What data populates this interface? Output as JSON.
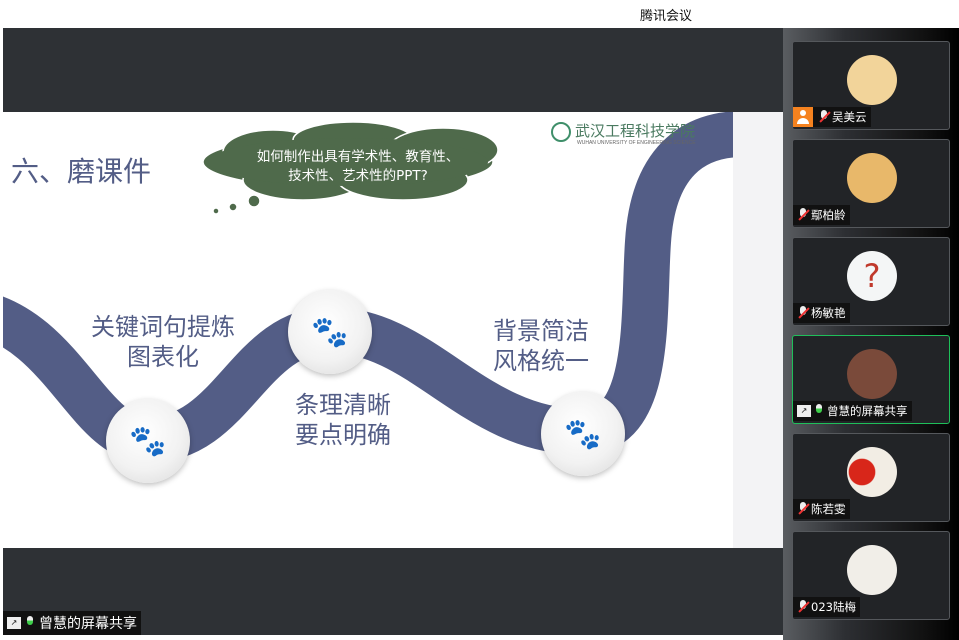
{
  "window": {
    "title": "腾讯会议"
  },
  "slide": {
    "title": "六、磨课件",
    "bubble_line1": "如何制作出具有学术性、教育性、",
    "bubble_line2": "技术性、艺术性的PPT?",
    "logo_text": "武汉工程科技学院",
    "logo_sub": "WUHAN UNIVERSITY OF ENGINEERING SCIENCE",
    "points": [
      {
        "line1": "关键词句提炼",
        "line2": "图表化"
      },
      {
        "line1": "条理清晰",
        "line2": "要点明确"
      },
      {
        "line1": "背景简洁",
        "line2": "风格统一"
      }
    ],
    "accent": "#535d86",
    "bubble_color": "#4f6a4b"
  },
  "share_bar": {
    "label": "曾慧的屏幕共享"
  },
  "participants": [
    {
      "name": "吴美云",
      "muted": true,
      "host": true
    },
    {
      "name": "鄢柏龄",
      "muted": true
    },
    {
      "name": "杨敏艳",
      "muted": true
    },
    {
      "name": "曾慧的屏幕共享",
      "muted": false,
      "sharing": true,
      "active": true
    },
    {
      "name": "陈若雯",
      "muted": true
    },
    {
      "name": "023陆梅",
      "muted": true
    }
  ]
}
